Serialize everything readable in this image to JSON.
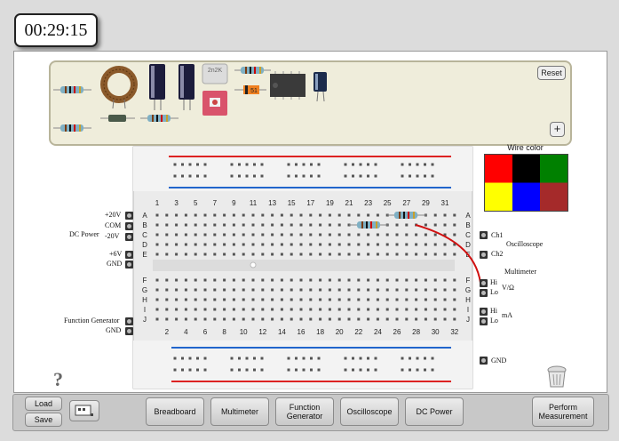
{
  "timer": "00:29:15",
  "parts_bin": {
    "reset_label": "Reset",
    "plus_label": "+",
    "capacitor_label": "2n2K",
    "diode_label": "51"
  },
  "wire_color": {
    "title": "Wire color",
    "colors": [
      "#ff0000",
      "#000000",
      "#008000",
      "#ffff00",
      "#0000ff",
      "#a52a2a"
    ]
  },
  "breadboard": {
    "column_numbers_top": [
      "1",
      "3",
      "5",
      "7",
      "9",
      "11",
      "13",
      "15",
      "17",
      "19",
      "21",
      "23",
      "25",
      "27",
      "29",
      "31"
    ],
    "column_numbers_bottom": [
      "2",
      "4",
      "6",
      "8",
      "10",
      "12",
      "14",
      "16",
      "18",
      "20",
      "22",
      "24",
      "26",
      "28",
      "30",
      "32"
    ],
    "row_letters_top": [
      "A",
      "B",
      "C",
      "D",
      "E"
    ],
    "row_letters_bottom": [
      "F",
      "G",
      "H",
      "I",
      "J"
    ]
  },
  "left_labels": {
    "plus20v": "+20V",
    "com": "COM",
    "minus20v": "-20V",
    "dc_power": "DC Power",
    "plus6v": "+6V",
    "gnd1": "GND",
    "function_generator": "Function Generator",
    "gnd2": "GND"
  },
  "right_labels": {
    "ch1": "Ch1",
    "oscilloscope": "Oscilloscope",
    "ch2": "Ch2",
    "multimeter": "Multimeter",
    "hi1": "Hi",
    "lo1": "Lo",
    "vohm": "V/Ω",
    "hi2": "Hi",
    "lo2": "Lo",
    "ma": "mA",
    "gnd": "GND"
  },
  "help": "?",
  "toolbar": {
    "load": "Load",
    "save": "Save",
    "breadboard": "Breadboard",
    "multimeter": "Multimeter",
    "function_generator": "Function Generator",
    "oscilloscope": "Oscilloscope",
    "dc_power": "DC Power",
    "perform_measurement": "Perform Measurement"
  }
}
